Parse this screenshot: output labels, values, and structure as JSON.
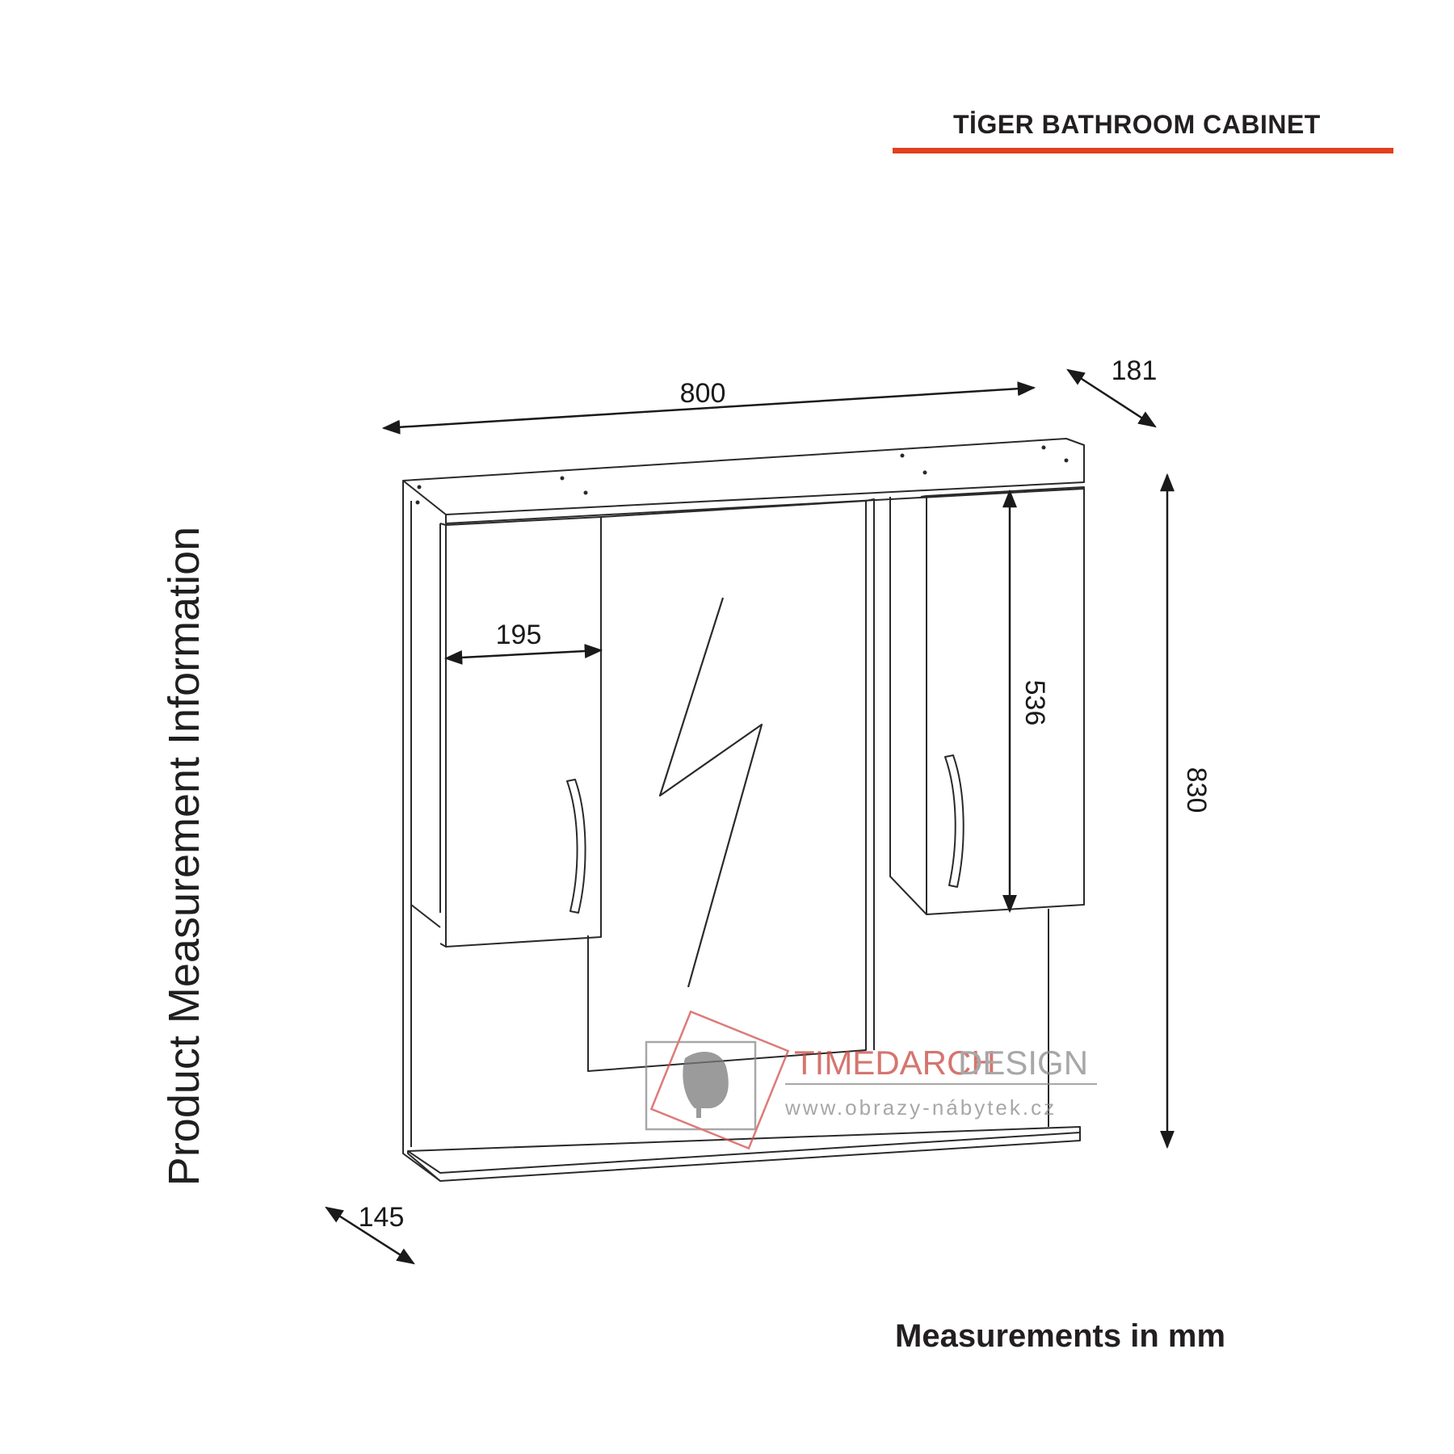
{
  "header": {
    "title": "TİGER BATHROOM CABINET",
    "accent_color": "#e0401f"
  },
  "side_label": "Product Measurement Information",
  "units_note": "Measurements in mm",
  "dimensions": {
    "width": "800",
    "depth_top": "181",
    "height": "830",
    "door_width": "195",
    "door_height": "536",
    "shelf_depth": "145"
  },
  "watermark": {
    "brand_timed": "TIMEDARCH",
    "brand_design": "DESIGN",
    "url": "www.obrazy-nábytek.cz",
    "icon": "chair-logo-icon"
  }
}
